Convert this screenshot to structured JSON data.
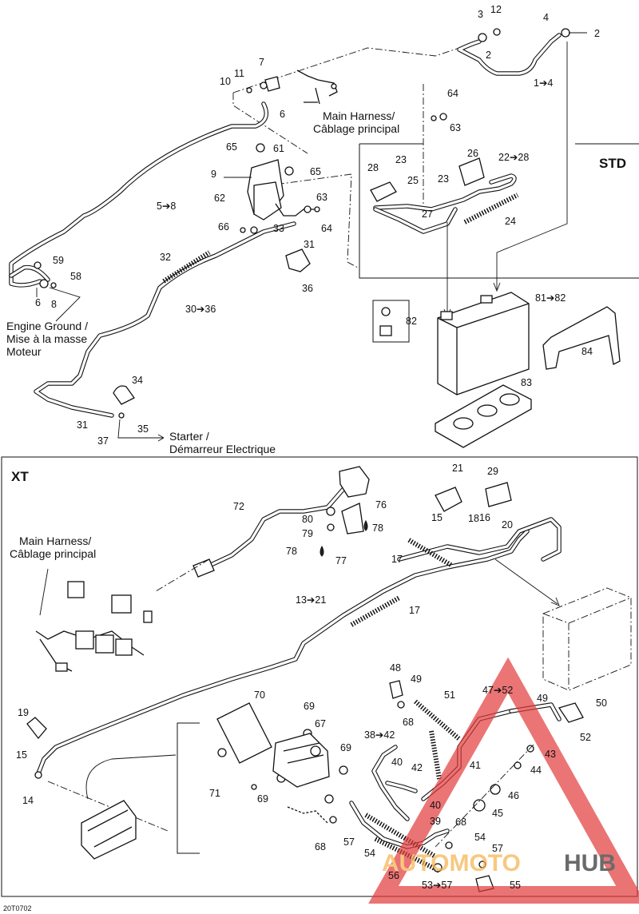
{
  "sections": {
    "std": "STD",
    "xt": "XT"
  },
  "labels": {
    "main_harness_top": [
      "Main Harness/",
      "Câblage principal"
    ],
    "engine_ground": [
      "Engine Ground /",
      "Mise à la masse",
      "Moteur"
    ],
    "starter": [
      "Starter /",
      "Démarreur Electrique"
    ],
    "main_harness_xt": [
      "Main Harness/",
      "Câblage principal"
    ]
  },
  "callouts_top": [
    "3",
    "12",
    "2",
    "4",
    "2",
    "1➔4",
    "7",
    "11",
    "10",
    "6",
    "64",
    "63",
    "65",
    "61",
    "9",
    "65",
    "62",
    "23",
    "25",
    "26",
    "28",
    "22➔28",
    "27",
    "23",
    "24",
    "63",
    "66",
    "33",
    "64",
    "31",
    "36",
    "5➔8",
    "59",
    "58",
    "6",
    "8",
    "32",
    "30➔36",
    "34",
    "31",
    "35",
    "37",
    "81➔82",
    "82",
    "84",
    "83"
  ],
  "callouts_xt": [
    "21",
    "29",
    "72",
    "76",
    "80",
    "79",
    "78",
    "78",
    "77",
    "15",
    "18",
    "16",
    "20",
    "17",
    "13➔21",
    "17",
    "19",
    "15",
    "14",
    "70",
    "69",
    "67",
    "69",
    "71",
    "69",
    "68",
    "48",
    "49",
    "68",
    "51",
    "47➔52",
    "49",
    "50",
    "52",
    "38➔42",
    "40",
    "42",
    "41",
    "40",
    "39",
    "43",
    "44",
    "46",
    "45",
    "68",
    "57",
    "54",
    "54",
    "57",
    "56",
    "53➔57",
    "55"
  ],
  "footer_code": "20T0702",
  "watermark": {
    "prefix": "AUTOMOTO",
    "suffix": "HUB",
    "color_prefix": "#f4b24a",
    "color_suffix": "#2c2c2c",
    "triangle_color": "#e23a3a"
  }
}
